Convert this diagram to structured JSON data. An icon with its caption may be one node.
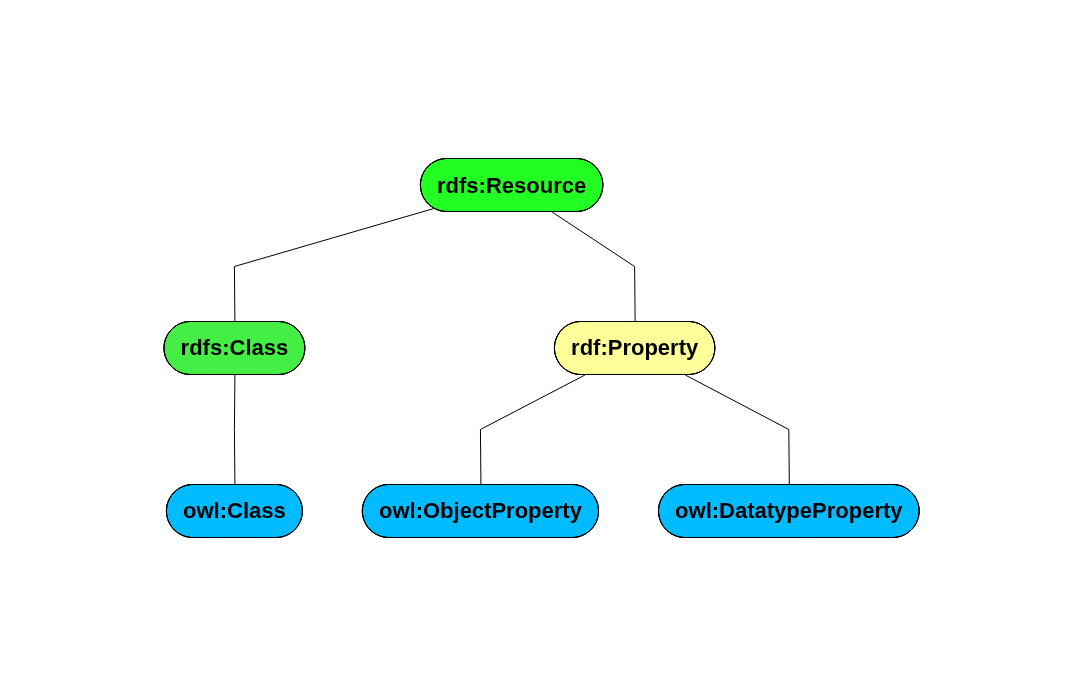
{
  "diagram": {
    "nodes": [
      {
        "text": [
          "rdfs:Resource"
        ]
      },
      {
        "text": [
          "rdfs:Class"
        ]
      },
      {
        "text": [
          "rdf:Property"
        ]
      },
      {
        "text": [
          "owl:Class"
        ]
      },
      {
        "text": [
          "owl:ObjectProperty"
        ]
      },
      {
        "text": [
          "owl:DatatypeProperty"
        ]
      }
    ],
    "edges": [
      {
        "from": 0,
        "to": 1,
        "arrow": "none"
      },
      {
        "from": 0,
        "to": 2,
        "arrow": "none"
      },
      {
        "from": 1,
        "to": 3,
        "arrow": "none"
      },
      {
        "from": 2,
        "to": 4,
        "arrow": "none"
      },
      {
        "from": 2,
        "to": 5,
        "arrow": "none"
      }
    ]
  }
}
